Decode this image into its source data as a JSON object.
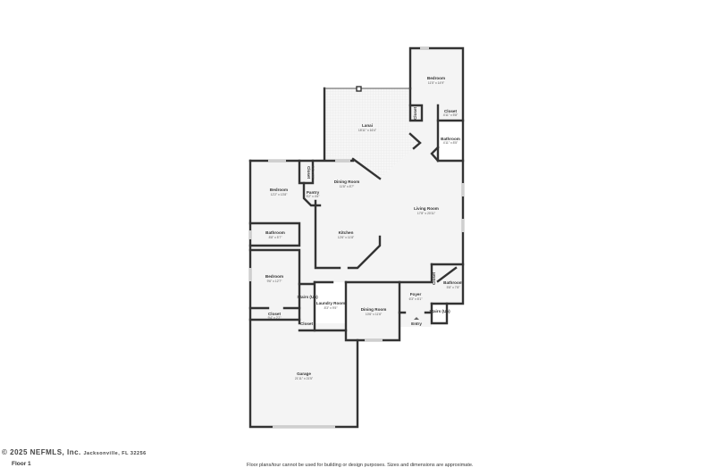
{
  "plan": {
    "floor_label": "Floor 1",
    "watermark": "© 2025 NEFMLS, Inc.",
    "address_fragment": "Jacksonville, FL 32256",
    "disclaimer": "Floor plans/tour cannot be used for building or design purposes. Sizes and dimensions are approximate.",
    "rooms": [
      {
        "name": "Bedroom",
        "dims": "11'5\" x 14'9\""
      },
      {
        "name": "Closet",
        "dims": "4'11\" x 5'8\""
      },
      {
        "name": "Bathroom",
        "dims": "4'11\" x 8'5\""
      },
      {
        "name": "Lanai",
        "dims": "18'11\" x 16'4\""
      },
      {
        "name": "Closet",
        "dims": ""
      },
      {
        "name": "Dining Room",
        "dims": "11'8\" x 8'7\""
      },
      {
        "name": "Bedroom",
        "dims": "12'2\" x 13'8\""
      },
      {
        "name": "Closet",
        "dims": "2'4\" x 4'8\""
      },
      {
        "name": "Pantry",
        "dims": "5'2\" x 4'6\""
      },
      {
        "name": "Living Room",
        "dims": "17'8\" x 20'11\""
      },
      {
        "name": "Bathroom",
        "dims": "8'8\" x 5'7\""
      },
      {
        "name": "Kitchen",
        "dims": "12'6\" x 11'8\""
      },
      {
        "name": "Bedroom",
        "dims": "9'6\" x 12'7\""
      },
      {
        "name": "Stairs (Up)",
        "dims": ""
      },
      {
        "name": "Laundry Room",
        "dims": "8'3\" x 9'5\""
      },
      {
        "name": "Dining Room",
        "dims": "10'6\" x 11'6\""
      },
      {
        "name": "Foyer",
        "dims": "6'3\" x 6'1\""
      },
      {
        "name": "Bathroom",
        "dims": "5'8\" x 7'8\""
      },
      {
        "name": "Closet",
        "dims": "9'4\" x 2'2\""
      },
      {
        "name": "Closet",
        "dims": ""
      },
      {
        "name": "Stairs (Up)",
        "dims": ""
      },
      {
        "name": "Entry",
        "dims": ""
      },
      {
        "name": "Closet",
        "dims": ""
      },
      {
        "name": "Garage",
        "dims": "21'11\" x 21'5\""
      }
    ]
  }
}
